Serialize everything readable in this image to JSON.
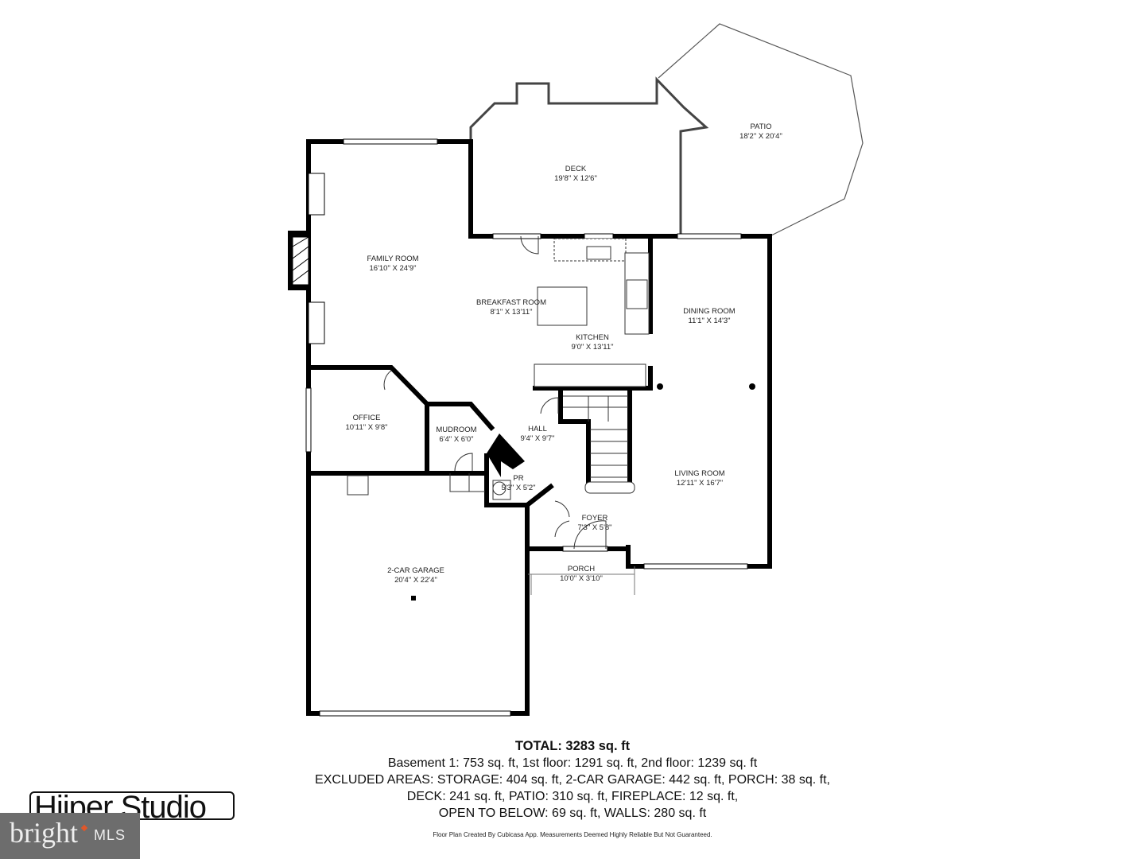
{
  "rooms": [
    {
      "name": "PATIO",
      "size": "18'2\" X 20'4\""
    },
    {
      "name": "DECK",
      "size": "19'8\" X 12'6\""
    },
    {
      "name": "FAMILY ROOM",
      "size": "16'10\" X 24'9\""
    },
    {
      "name": "BREAKFAST ROOM",
      "size": "8'1\" X 13'11\""
    },
    {
      "name": "KITCHEN",
      "size": "9'0\" X 13'11\""
    },
    {
      "name": "DINING ROOM",
      "size": "11'1\" X 14'3\""
    },
    {
      "name": "OFFICE",
      "size": "10'11\" X 9'8\""
    },
    {
      "name": "MUDROOM",
      "size": "6'4\" X 6'0\""
    },
    {
      "name": "HALL",
      "size": "9'4\" X 9'7\""
    },
    {
      "name": "PR",
      "size": "5'3\" X 5'2\""
    },
    {
      "name": "LIVING ROOM",
      "size": "12'11\" X 16'7\""
    },
    {
      "name": "FOYER",
      "size": "7'3\" X 5'8\""
    },
    {
      "name": "2-CAR GARAGE",
      "size": "20'4\" X 22'4\""
    },
    {
      "name": "PORCH",
      "size": "10'0\" X 3'10\""
    }
  ],
  "summary": {
    "total": "TOTAL: 3283 sq. ft",
    "line1": "Basement 1: 753 sq. ft, 1st floor: 1291 sq. ft, 2nd floor: 1239 sq. ft",
    "line2": "EXCLUDED AREAS: STORAGE: 404 sq. ft, 2-CAR GARAGE: 442 sq. ft, PORCH: 38 sq. ft,",
    "line3": "DECK: 241 sq. ft, PATIO: 310 sq. ft, FIREPLACE: 12 sq. ft,",
    "line4": "OPEN TO BELOW: 69 sq. ft, WALLS: 280 sq. ft"
  },
  "disclaimer": "Floor Plan Created By Cubicasa App. Measurements Deemed Highly Reliable But Not Guaranteed.",
  "logos": {
    "studio": "Hiiper Studio",
    "mls_brand": "bright",
    "mls_suffix": "MLS",
    "mls_color": "#6d6d6d",
    "accent": "#e0572a"
  }
}
